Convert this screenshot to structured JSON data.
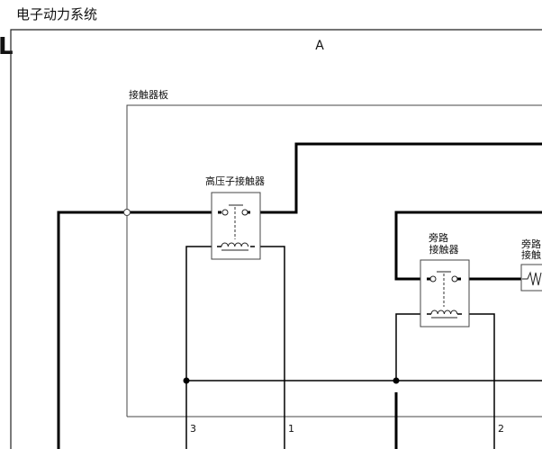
{
  "page_title": "电子动力系统",
  "edge_marker": "L",
  "zone_label": "A",
  "board_label": "接触器板",
  "relays": {
    "high_voltage": {
      "label": "高压子接触器"
    },
    "bypass": {
      "label_line1": "旁路",
      "label_line2": "接触器"
    },
    "partial": {
      "label_line1": "旁路",
      "label_line2": "接触"
    }
  },
  "connector_pins": [
    "3",
    "1",
    "2"
  ]
}
